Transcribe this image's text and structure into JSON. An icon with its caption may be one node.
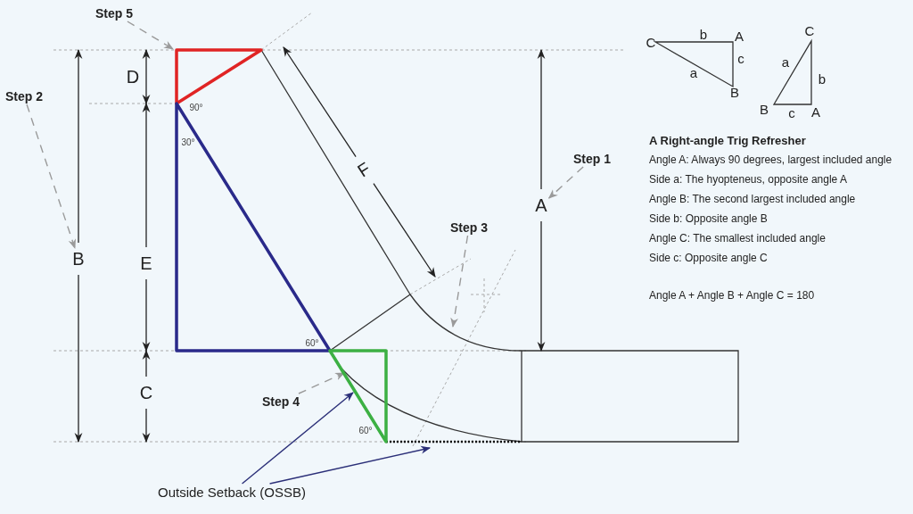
{
  "diagram": {
    "nodes": [
      {
        "text": [
          "Step 5"
        ]
      },
      {
        "text": [
          "Step 2"
        ]
      },
      {
        "text": [
          "Step 1"
        ]
      },
      {
        "text": [
          "Step 3"
        ]
      },
      {
        "text": [
          "Step 4"
        ]
      },
      {
        "text": [
          "Outside Setback (OSSB)"
        ]
      },
      {
        "text": [
          "B"
        ]
      },
      {
        "text": [
          "A"
        ]
      },
      {
        "text": [],
        "shape": "triangle"
      },
      {
        "text": [],
        "shape": "triangle"
      },
      {
        "text": [],
        "shape": "triangle"
      }
    ],
    "edges": [
      {
        "from": 0,
        "to": 8,
        "arrow": "to",
        "style": "dashed"
      },
      {
        "from": 1,
        "to": 6,
        "arrow": "to",
        "style": "dashed"
      },
      {
        "from": 2,
        "to": 7,
        "arrow": "to",
        "style": "dashed"
      },
      {
        "from": 3,
        "to": null,
        "arrow": "to",
        "style": "dashed"
      },
      {
        "from": 4,
        "to": 10,
        "arrow": "to",
        "style": "dashed"
      },
      {
        "from": 5,
        "to": 10,
        "arrow": "to",
        "color": "#2b2f78"
      },
      {
        "from": 5,
        "to": null,
        "arrow": "to",
        "color": "#2b2f78"
      }
    ],
    "labels": [
      "D",
      "90°",
      "E",
      "30°",
      "F",
      "60°",
      "C",
      "60°",
      "C",
      "b",
      "A",
      "c",
      "a",
      "B",
      "C",
      "a",
      "b",
      "B",
      "c",
      "A",
      "A Right-angle Trig Refresher",
      "Angle A: Always 90 degrees, largest included angle",
      "Side a: The hyopteneus, opposite angle A",
      "Angle B: The second largest included angle",
      "Side b: Opposite angle B",
      "Angle C: The smallest included angle",
      "Side c: Opposite angle C",
      "Angle A + Angle B + Angle C = 180"
    ]
  }
}
